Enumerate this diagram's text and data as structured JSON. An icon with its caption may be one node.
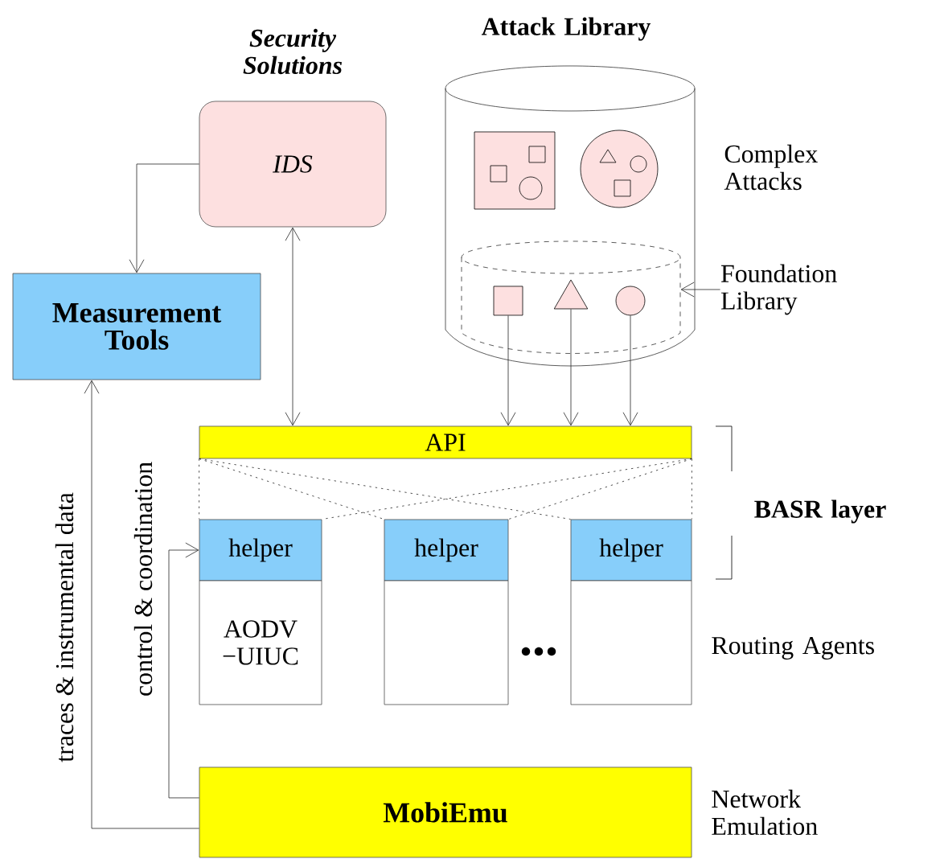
{
  "diagram": {
    "nodes": [
      {
        "text": [
          "Security Solutions",
          "IDS"
        ]
      },
      {
        "text": [
          "Measurement Tools"
        ]
      },
      {
        "text": [
          "Attack Library"
        ]
      },
      {
        "text": [],
        "shape": "cylinder",
        "in": 2
      },
      {
        "text": [],
        "shape": "box",
        "in": 3
      },
      {
        "text": [],
        "shape": "triangle",
        "in": 3
      },
      {
        "text": [],
        "shape": "circle",
        "in": 3
      },
      {
        "text": [
          "Foundation Library"
        ]
      },
      {
        "text": [
          "API"
        ]
      },
      {
        "text": [
          "helper"
        ]
      },
      {
        "text": [
          "helper"
        ]
      },
      {
        "text": [
          "helper"
        ]
      },
      {
        "text": [
          "AODV −UIUC"
        ]
      },
      {
        "text": [],
        "shape": "box"
      },
      {
        "text": [],
        "shape": "box"
      },
      {
        "text": [
          "MobiEmu"
        ]
      }
    ],
    "edges": [
      {
        "from": 0,
        "to": 1,
        "arrow": "to"
      },
      {
        "from": 0,
        "to": 8,
        "arrow": "both"
      },
      {
        "from": 4,
        "to": 8,
        "arrow": "to"
      },
      {
        "from": 5,
        "to": 8,
        "arrow": "to"
      },
      {
        "from": 6,
        "to": 8,
        "arrow": "to"
      },
      {
        "from": 7,
        "to": 3,
        "arrow": "to"
      },
      {
        "from": 15,
        "to": 1,
        "arrow": "to",
        "label": "traces & instrumental data"
      },
      {
        "from": 15,
        "to": 9,
        "arrow": "to",
        "label": "control & coordination"
      },
      {
        "from": 8,
        "to": 9,
        "arrow": "none",
        "style": "dashed"
      },
      {
        "from": 8,
        "to": 9,
        "arrow": "none",
        "style": "dashed"
      },
      {
        "from": 8,
        "to": 10,
        "arrow": "none",
        "style": "dashed"
      },
      {
        "from": 8,
        "to": 10,
        "arrow": "none",
        "style": "dashed"
      },
      {
        "from": 8,
        "to": 11,
        "arrow": "none",
        "style": "dashed"
      },
      {
        "from": 8,
        "to": 11,
        "arrow": "none",
        "style": "dashed"
      }
    ],
    "labels": [
      "Complex Attacks",
      "BASR layer",
      "Routing Agents",
      "Network Emulation"
    ]
  }
}
